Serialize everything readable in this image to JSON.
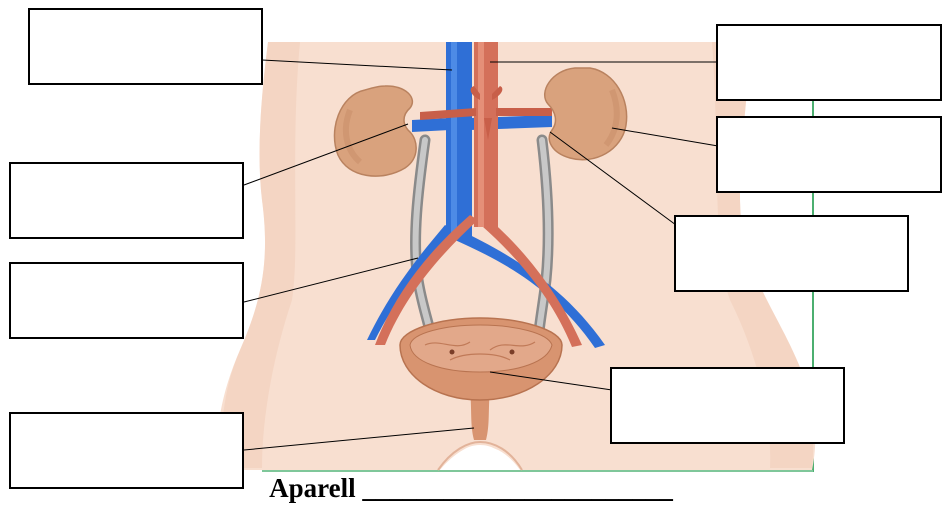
{
  "caption": {
    "word": "Aparell",
    "blank": "_______________________"
  },
  "label_boxes": [
    {
      "id": "box-1",
      "text": ""
    },
    {
      "id": "box-2",
      "text": ""
    },
    {
      "id": "box-3",
      "text": ""
    },
    {
      "id": "box-4",
      "text": ""
    },
    {
      "id": "box-5",
      "text": ""
    },
    {
      "id": "box-6",
      "text": ""
    },
    {
      "id": "box-7",
      "text": ""
    },
    {
      "id": "box-8",
      "text": ""
    }
  ],
  "colors": {
    "skin": "#f8dfd0",
    "skin_shadow": "#edc4ad",
    "kidney": "#d9a27d",
    "vein": "#2f6fd6",
    "artery": "#d4705a",
    "ureter": "#a8a8a8",
    "bladder": "#d89470",
    "frame_green": "#4caf70"
  }
}
